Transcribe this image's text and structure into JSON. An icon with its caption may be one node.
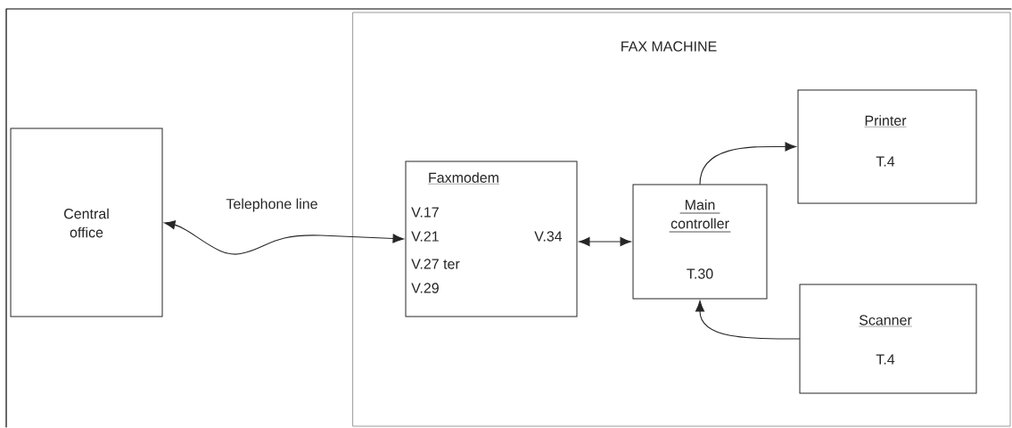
{
  "diagram": {
    "nodes": [
      {
        "text": [
          "Central office"
        ]
      },
      {
        "text": [
          "FAX MACHINE"
        ]
      },
      {
        "text": [
          "Faxmodem",
          "V.17",
          "V.21",
          "V.34",
          "V.27 ter",
          "V.29"
        ],
        "in": 1
      },
      {
        "text": [
          "Main controller",
          "T.30"
        ],
        "in": 1
      },
      {
        "text": [
          "Printer",
          "T.4"
        ],
        "in": 1
      },
      {
        "text": [
          "Scanner",
          "T.4"
        ],
        "in": 1
      }
    ],
    "edges": [
      {
        "from": 0,
        "to": 2,
        "arrow": "both",
        "label": "Telephone line"
      },
      {
        "from": 2,
        "to": 3,
        "arrow": "both"
      },
      {
        "from": 3,
        "to": 4,
        "arrow": "to"
      },
      {
        "from": 5,
        "to": 3,
        "arrow": "to"
      }
    ]
  }
}
